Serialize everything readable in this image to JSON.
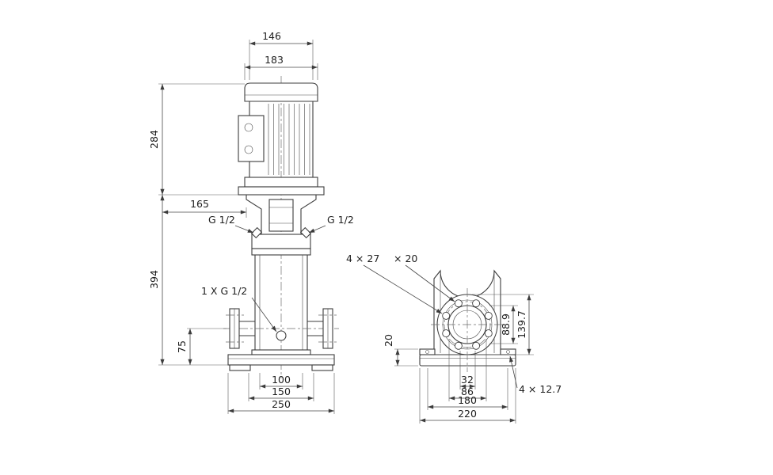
{
  "colors": {
    "background": "#ffffff",
    "line": "#3c3c3c"
  },
  "diagram": {
    "type": "technical-dimension-drawing",
    "front": {
      "motor_top_width": "146",
      "motor_width": "183",
      "motor_height": "284",
      "head_clearance": "165",
      "port_left": "G 1/2",
      "port_right": "G 1/2",
      "pump_height": "394",
      "drain_port": "1 X G 1/2",
      "port_height": "75",
      "anchor_spacing_inner": "100",
      "anchor_spacing_outer": "150",
      "base_width": "250"
    },
    "side": {
      "slot_size": "4 × 27",
      "slot_depth": "× 20",
      "base_edge_height": "20",
      "pipe_od": "88.9",
      "flange_od": "139.7",
      "bolt_spacing_inner": "32",
      "bolt_spacing_outer": "86",
      "anchor_spacing": "180",
      "base_length": "220",
      "anchor_holes": "4 × 12.7"
    }
  }
}
